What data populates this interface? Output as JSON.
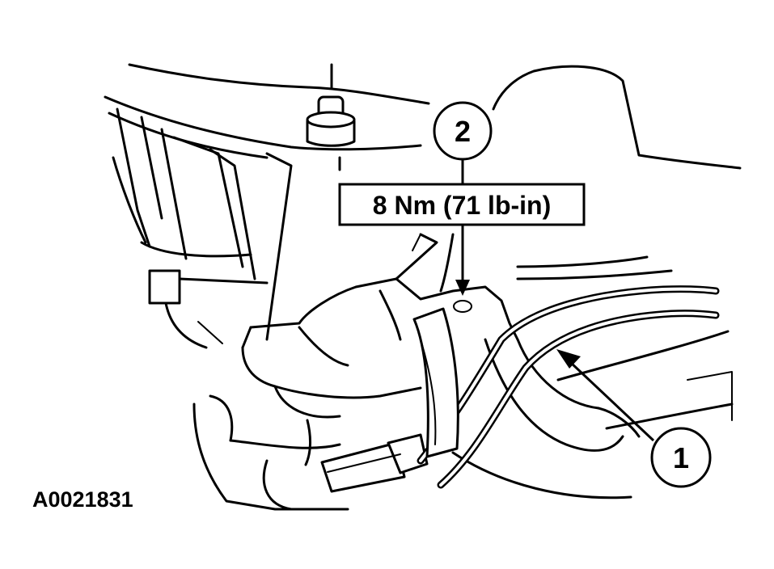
{
  "callouts": [
    {
      "label": "1"
    },
    {
      "label": "2"
    }
  ],
  "torque_spec": "8 Nm (71 lb-in)",
  "figure_id": "A0021831"
}
